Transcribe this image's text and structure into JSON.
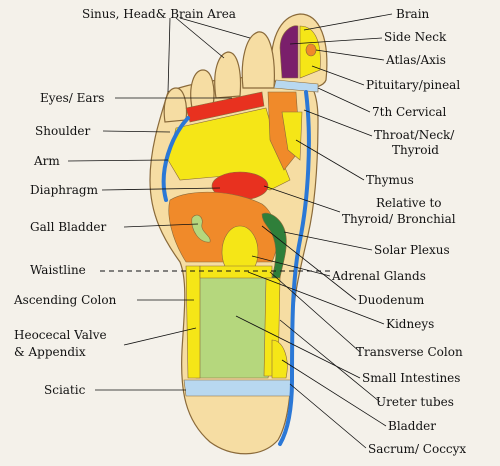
{
  "labels": {
    "sinus": "Sinus, Head& Brain Area",
    "brain": "Brain",
    "side_neck": "Side Neck",
    "atlas_axis": "Atlas/Axis",
    "pituitary": "Pituitary/pineal",
    "cervical": "7th Cervical",
    "throat_1": "Throat/Neck/",
    "throat_2": "Thyroid",
    "thymus": "Thymus",
    "relative_1": "Relative to",
    "relative_2": "Thyroid/ Bronchial",
    "solar": "Solar Plexus",
    "adrenal": "Adrenal Glands",
    "duodenum": "Duodenum",
    "kidneys": "Kidneys",
    "transverse": "Transverse Colon",
    "small_int": "Small Intestines",
    "ureter": "Ureter tubes",
    "bladder": "Bladder",
    "sacrum": "Sacrum/ Coccyx",
    "eyes": "Eyes/ Ears",
    "shoulder": "Shoulder",
    "arm": "Arm",
    "diaphragm": "Diaphragm",
    "gall": "Gall Bladder",
    "waistline": "Waistline",
    "ascending": "Ascending Colon",
    "ileocecal_1": "Heocecal Valve",
    "ileocecal_2": "& Appendix",
    "sciatic": "Sciatic"
  },
  "colors": {
    "skin": "#f6dda3",
    "yellow": "#f5e617",
    "orange": "#f08a2a",
    "red": "#e8311f",
    "purple": "#7a1f6b",
    "blue": "#2b78d6",
    "green": "#b5d77d",
    "darkgreen": "#2f7f3a",
    "lightblue": "#b8d8f0"
  }
}
